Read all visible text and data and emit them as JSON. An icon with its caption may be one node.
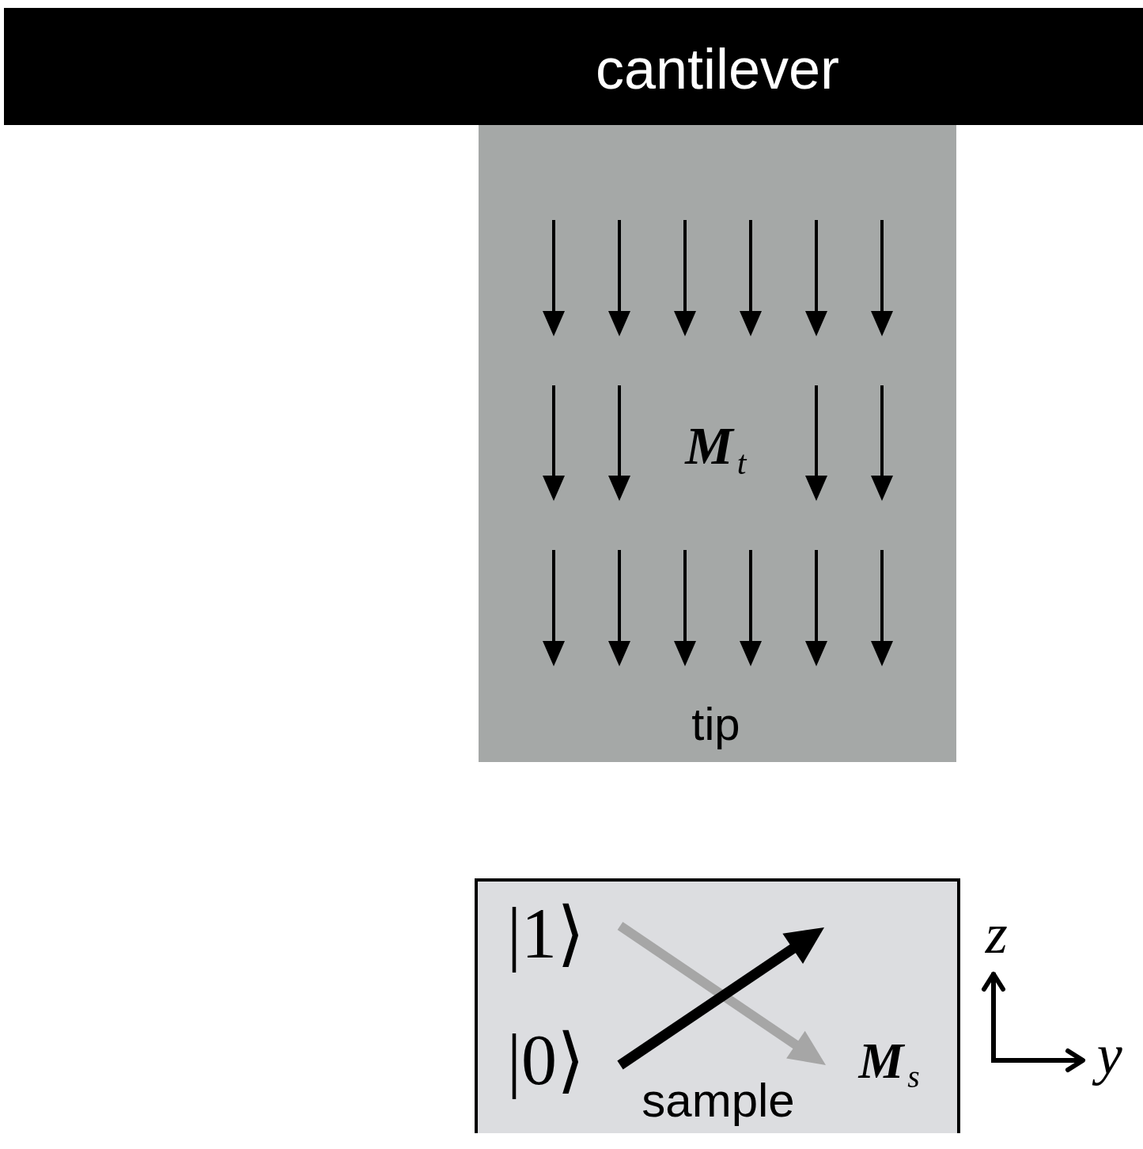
{
  "diagram": {
    "nodes": [
      {
        "text": [
          "cantilever"
        ]
      },
      {
        "text": [
          "**M**$_{t}$",
          "tip"
        ]
      },
      {
        "text": [
          "|1⟩",
          "|0⟩",
          "sample",
          "**M**$_{s}$"
        ]
      }
    ],
    "labels": [
      "z",
      "y"
    ]
  }
}
